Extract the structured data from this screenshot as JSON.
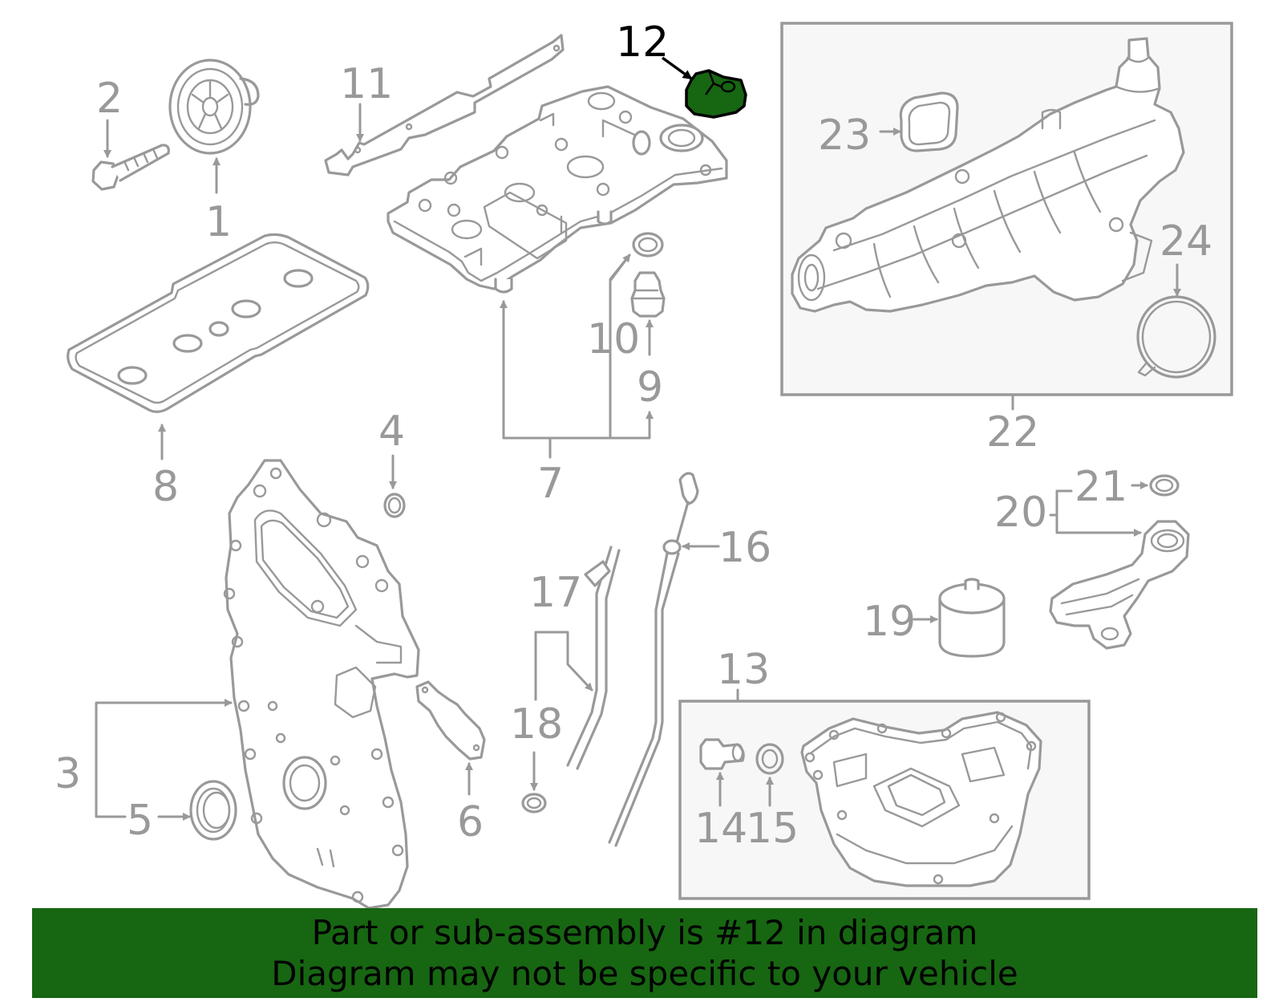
{
  "colors": {
    "line": "#999999",
    "highlight_fill": "#176612",
    "highlight_stroke": "#000000",
    "banner_bg": "#176612",
    "box_fill": "#f7f7f7"
  },
  "callouts": {
    "n1": "1",
    "n2": "2",
    "n3": "3",
    "n4": "4",
    "n5": "5",
    "n6": "6",
    "n7": "7",
    "n8": "8",
    "n9": "9",
    "n10": "10",
    "n11": "11",
    "n12": "12",
    "n13": "13",
    "n14": "14",
    "n15": "15",
    "n16": "16",
    "n17": "17",
    "n18": "18",
    "n19": "19",
    "n20": "20",
    "n21": "21",
    "n22": "22",
    "n23": "23",
    "n24": "24"
  },
  "highlighted_part": "12",
  "banner": {
    "line1": "Part or sub-assembly is #12 in diagram",
    "line2": "Diagram may not be specific to your vehicle"
  }
}
